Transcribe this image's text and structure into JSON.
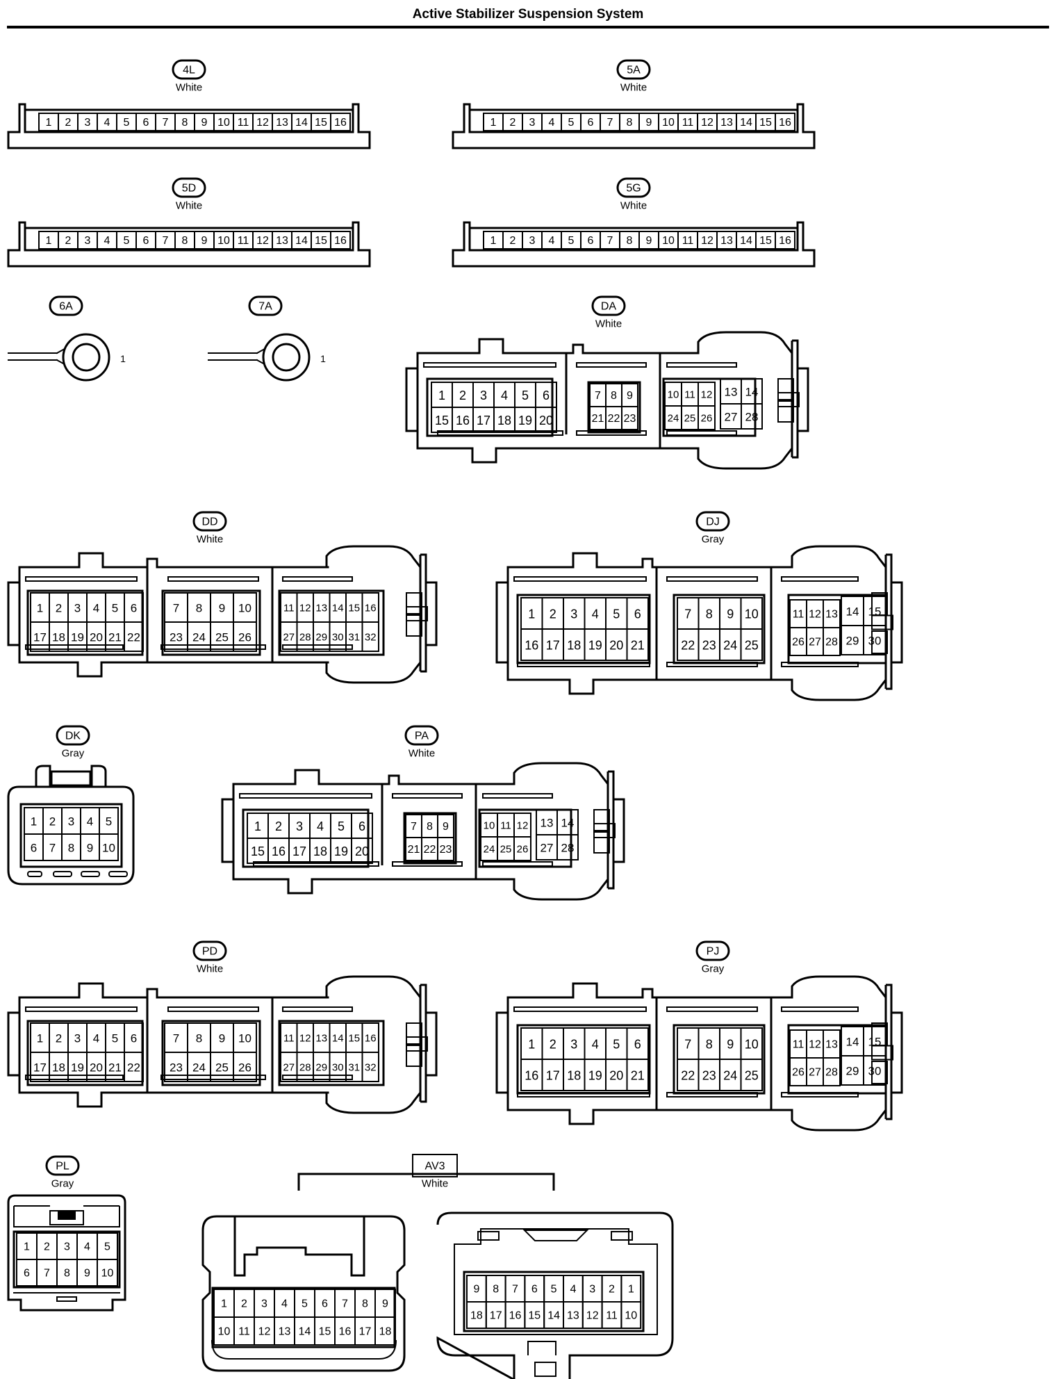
{
  "title": "Active Stabilizer Suspension System",
  "connectors": [
    {
      "id": "4L",
      "color": "White",
      "kind": "strip",
      "pins": 16
    },
    {
      "id": "5A",
      "color": "White",
      "kind": "strip",
      "pins": 16
    },
    {
      "id": "5D",
      "color": "White",
      "kind": "strip",
      "pins": 16
    },
    {
      "id": "5G",
      "color": "White",
      "kind": "strip",
      "pins": 16
    },
    {
      "id": "6A",
      "color": "",
      "kind": "ring",
      "pin_label": "1"
    },
    {
      "id": "7A",
      "color": "",
      "kind": "ring",
      "pin_label": "1"
    },
    {
      "id": "DA",
      "color": "White",
      "kind": "ecu28"
    },
    {
      "id": "DD",
      "color": "White",
      "kind": "ecu32"
    },
    {
      "id": "DJ",
      "color": "Gray",
      "kind": "ecu30"
    },
    {
      "id": "DK",
      "color": "Gray",
      "kind": "small10"
    },
    {
      "id": "PA",
      "color": "White",
      "kind": "ecu28"
    },
    {
      "id": "PD",
      "color": "White",
      "kind": "ecu32"
    },
    {
      "id": "PJ",
      "color": "Gray",
      "kind": "ecu30"
    },
    {
      "id": "PL",
      "color": "Gray",
      "kind": "small10"
    },
    {
      "id": "AV3",
      "color": "White",
      "kind": "av3",
      "label_shape": "box"
    }
  ]
}
